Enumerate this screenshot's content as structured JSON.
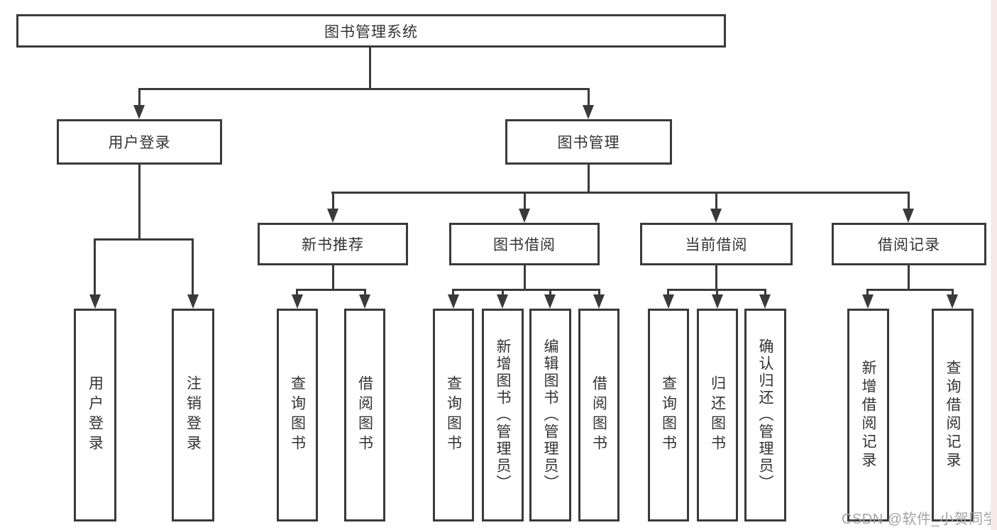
{
  "tree": {
    "root": {
      "label": "图书管理系统"
    },
    "branches": [
      {
        "label": "用户登录",
        "children": [
          {
            "label": "用户登录"
          },
          {
            "label": "注销登录"
          }
        ]
      },
      {
        "label": "图书管理",
        "groups": [
          {
            "label": "新书推荐",
            "children": [
              {
                "label": "查询图书"
              },
              {
                "label": "借阅图书"
              }
            ]
          },
          {
            "label": "图书借阅",
            "children": [
              {
                "label": "查询图书"
              },
              {
                "label": "新增图书（管理员）"
              },
              {
                "label": "编辑图书（管理员）"
              },
              {
                "label": "借阅图书"
              }
            ]
          },
          {
            "label": "当前借阅",
            "children": [
              {
                "label": "查询图书"
              },
              {
                "label": "归还图书"
              },
              {
                "label": "确认归还（管理员）"
              }
            ]
          },
          {
            "label": "借阅记录",
            "children": [
              {
                "label": "新增借阅记录"
              },
              {
                "label": "查询借阅记录"
              }
            ]
          }
        ]
      }
    ]
  },
  "watermark": {
    "text": "CSDN @软件_小贺同学"
  },
  "colors": {
    "line": "#3a3a3a",
    "text": "#333333",
    "background": "#ffffff",
    "watermark": "#a3a3a3",
    "edge_strip": "#f8e9e9"
  }
}
